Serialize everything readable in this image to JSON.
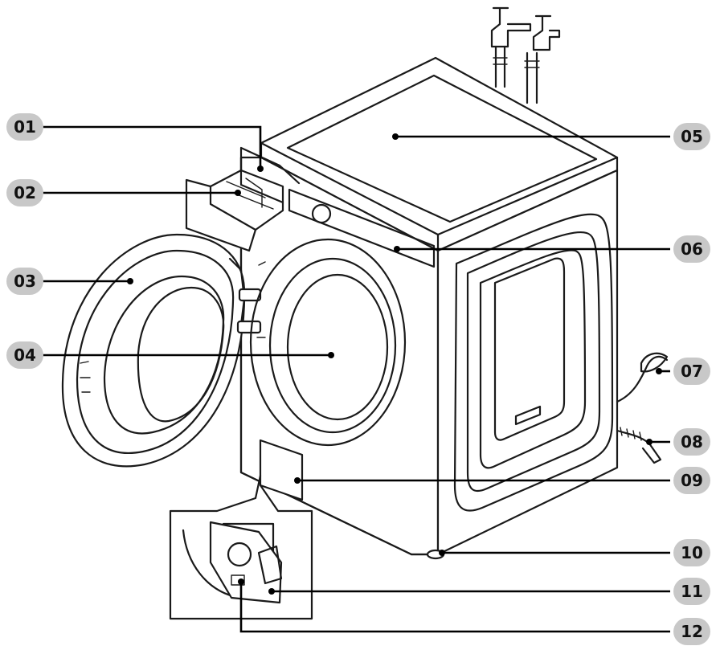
{
  "callouts": [
    {
      "id": "01",
      "label": "01"
    },
    {
      "id": "02",
      "label": "02"
    },
    {
      "id": "03",
      "label": "03"
    },
    {
      "id": "04",
      "label": "04"
    },
    {
      "id": "05",
      "label": "05"
    },
    {
      "id": "06",
      "label": "06"
    },
    {
      "id": "07",
      "label": "07"
    },
    {
      "id": "08",
      "label": "08"
    },
    {
      "id": "09",
      "label": "09"
    },
    {
      "id": "10",
      "label": "10"
    },
    {
      "id": "11",
      "label": "11"
    },
    {
      "id": "12",
      "label": "12"
    }
  ],
  "colors": {
    "badge": "#c8c8c8",
    "line": "#1a1a1a",
    "background": "#ffffff"
  }
}
